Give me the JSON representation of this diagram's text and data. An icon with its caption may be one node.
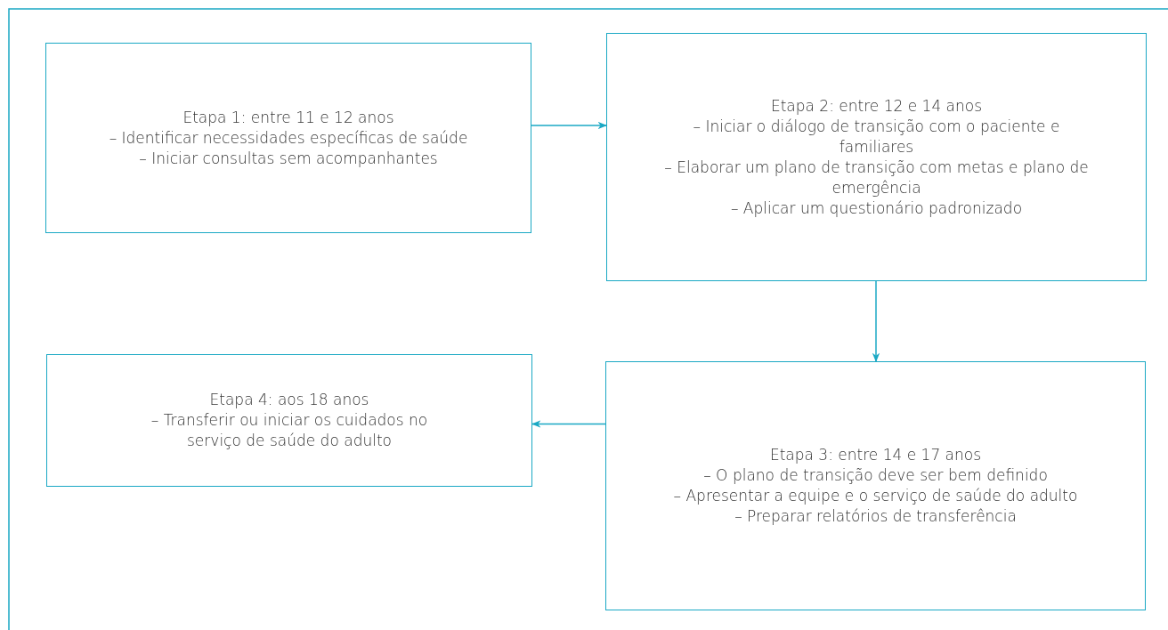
{
  "diagram": {
    "nodes": [
      {
        "text": [
          "Etapa 1: entre 11 e 12 anos",
          "– Identificar necessidades específicas de saúde",
          "– Iniciar consultas sem acompanhantes"
        ]
      },
      {
        "text": [
          "Etapa 2: entre 12 e 14 anos",
          "– Iniciar o diálogo de transição com o paciente e familiares",
          "– Elaborar um plano de transição com metas e plano de emergência",
          "– Aplicar um questionário padronizado"
        ]
      },
      {
        "text": [
          "Etapa 3: entre 14 e 17 anos",
          "– O plano de transição deve ser bem definido",
          "– Apresentar a equipe e o serviço de saúde do adulto",
          "– Preparar relatórios de transferência"
        ]
      },
      {
        "text": [
          "Etapa 4: aos 18 anos",
          "– Transferir ou iniciar os cuidados no serviço de saúde do adulto"
        ]
      }
    ],
    "edges": [
      {
        "from": 0,
        "to": 1,
        "arrow": "to"
      },
      {
        "from": 1,
        "to": 2,
        "arrow": "to"
      },
      {
        "from": 2,
        "to": 3,
        "arrow": "to"
      }
    ]
  }
}
